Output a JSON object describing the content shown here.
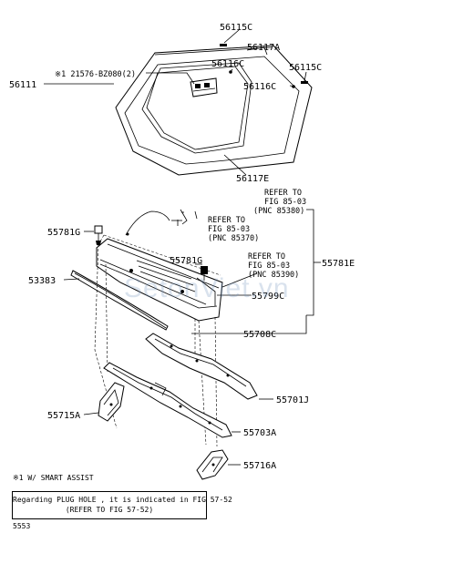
{
  "labels": {
    "p56115c_top": "56115C",
    "p56117a": "56117A",
    "p56116c_top": "56116C",
    "p56115c_right": "56115C",
    "p56111": "56111",
    "p21576": "※1 21576-BZ080(2)",
    "p56116c_right": "56116C",
    "p56117e": "56117E",
    "ref1_a": "REFER TO",
    "ref1_b": "FIG 85-03",
    "ref1_c": "(PNC 85380)",
    "ref2_a": "REFER TO",
    "ref2_b": "FIG 85-03",
    "ref2_c": "(PNC 85370)",
    "ref3_a": "REFER TO",
    "ref3_b": "FIG 85-03",
    "ref3_c": "(PNC 85390)",
    "p55781g_left": "55781G",
    "p55781e": "55781E",
    "p53383": "53383",
    "p55781g_mid": "55781G",
    "p55799c": "55799C",
    "p55708c": "55708C",
    "p55701j": "55701J",
    "p55715a": "55715A",
    "p55703a": "55703A",
    "p55716a": "55716A"
  },
  "footnote": "※1 W/ SMART ASSIST",
  "note": {
    "line1": "Regarding PLUG HOLE , it is indicated in FIG 57-52",
    "line2": "(REFER TO FIG 57-52)"
  },
  "figure_number": "5553",
  "watermark": "SetonViet.vn"
}
